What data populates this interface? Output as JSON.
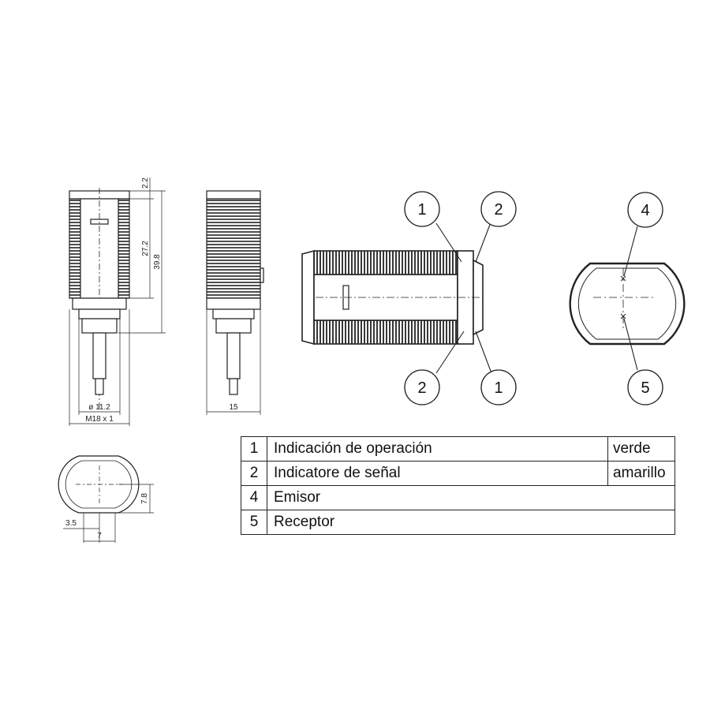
{
  "dimensions": {
    "top_gap": "2.2",
    "thread_length": "27.2",
    "total_length": "39.8",
    "inner_diameter": "ø 11.2",
    "thread": "M18 x 1",
    "side_width": "15",
    "face_height": "7.8",
    "face_offset": "3.5",
    "face_width": "7"
  },
  "callouts": {
    "operation_top": "1",
    "signal_top": "2",
    "signal_bottom": "2",
    "operation_bottom": "1",
    "emitter": "4",
    "receiver": "5"
  },
  "legend": {
    "rows": [
      {
        "num": "1",
        "desc": "Indicación de operación",
        "color": "verde"
      },
      {
        "num": "2",
        "desc": "Indicatore de señal",
        "color": "amarillo"
      },
      {
        "num": "4",
        "desc": "Emisor",
        "color": ""
      },
      {
        "num": "5",
        "desc": "Receptor",
        "color": ""
      }
    ]
  }
}
